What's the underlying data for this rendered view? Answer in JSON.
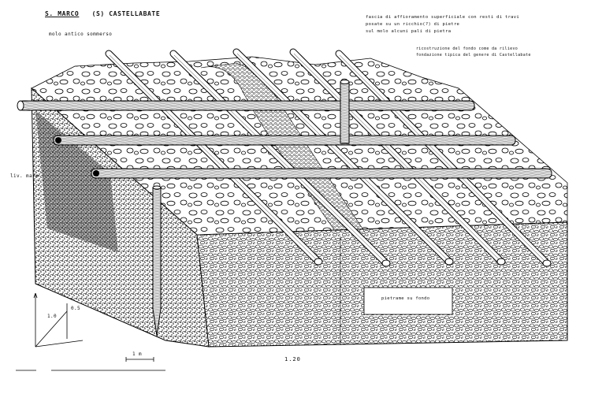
{
  "header": {
    "title_part1": "S. MARCO",
    "title_part2": "(S) CASTELLABATE",
    "subtitle": "molo antico sommerso"
  },
  "notes": {
    "line1": "fascia di affioramento superficiale con resti di travi",
    "line2": "posate su un ricchio(?) di pietre",
    "line3": "sul molo alcuni pali di pietra",
    "line4": "ricostruzione del fondo come da rilievo",
    "line5": "fondazione tipica del genere di Castellabate"
  },
  "labels": {
    "left_level": "liv. mare",
    "box_label": "pietrame su fondo",
    "page_number": "1.20",
    "scale_a": "0.5",
    "scale_b": "1.0",
    "scale_c": "1 m"
  }
}
